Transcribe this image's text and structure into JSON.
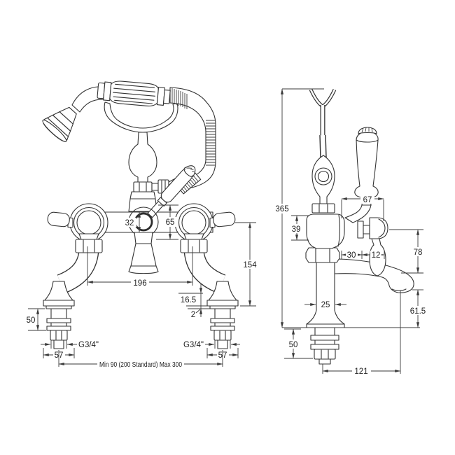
{
  "drawing": {
    "subject": "bath-shower-mixer-technical-drawing",
    "line_color": "#333333",
    "background": "#ffffff"
  },
  "front_view": {
    "dims": {
      "bar_height": "32",
      "centre_height": "65",
      "handle_height": "154",
      "inlet_centres": "196",
      "base_detail": "16.5",
      "washer": "2",
      "shank": "50",
      "thread_left": "G3/4\"",
      "thread_right": "G3/4\"",
      "base_left": "57",
      "base_right": "57",
      "spread": "Min 90 (200 Standard) Max 300"
    }
  },
  "side_view": {
    "dims": {
      "overall_height": "365",
      "body_depth": "39",
      "lever_reach": "67",
      "lever_to_spout": "78",
      "body_offset": "30",
      "handle_offset": "12",
      "column": "25",
      "spout_height": "61.5",
      "shank": "50",
      "spout_reach": "121"
    }
  }
}
